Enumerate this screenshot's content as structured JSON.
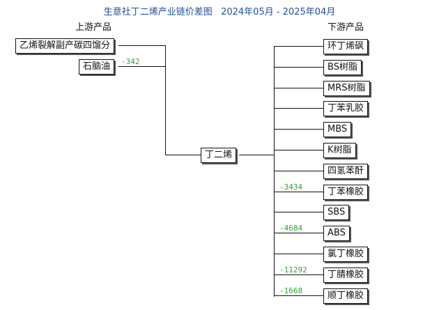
{
  "title": "生意社丁二烯产业链价差图   2024年05月 - 2025年04月",
  "headers": {
    "upstream": "上游产品",
    "downstream": "下游产品"
  },
  "center": {
    "label": "丁二烯"
  },
  "upstream": [
    {
      "label": "乙烯裂解副产碳四馏分",
      "value": ""
    },
    {
      "label": "石脑油",
      "value": "-342"
    }
  ],
  "downstream": [
    {
      "label": "环丁烯砜",
      "value": ""
    },
    {
      "label": "BS树脂",
      "value": ""
    },
    {
      "label": "MRS树脂",
      "value": ""
    },
    {
      "label": "丁苯乳胶",
      "value": ""
    },
    {
      "label": "MBS",
      "value": ""
    },
    {
      "label": "K树脂",
      "value": ""
    },
    {
      "label": "四氢苯酐",
      "value": ""
    },
    {
      "label": "丁苯橡胶",
      "value": "-3434"
    },
    {
      "label": "SBS",
      "value": ""
    },
    {
      "label": "ABS",
      "value": "-4684"
    },
    {
      "label": "氯丁橡胶",
      "value": ""
    },
    {
      "label": "丁腈橡胶",
      "value": "-11292"
    },
    {
      "label": "顺丁橡胶",
      "value": "-1668"
    }
  ],
  "colors": {
    "title": "#1f4e9a",
    "value": "#3a9a3a",
    "line": "#111111"
  }
}
